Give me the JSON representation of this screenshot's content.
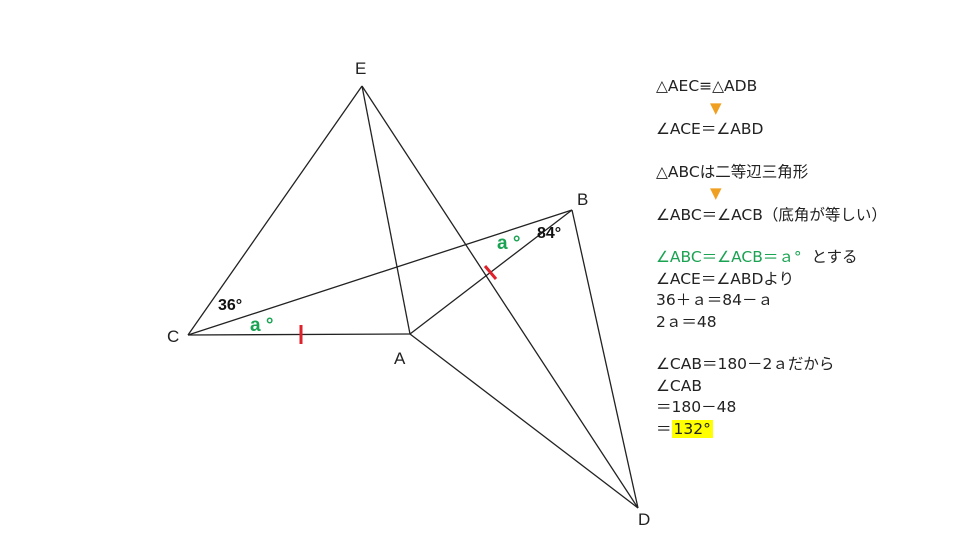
{
  "points": {
    "E": "E",
    "B": "B",
    "C": "C",
    "A": "A",
    "D": "D"
  },
  "angles": {
    "c_known": "36°",
    "b_known": "84°",
    "a_at_b": "a °",
    "a_at_c": "a °"
  },
  "colors": {
    "green": "#1aa352",
    "tick": "#e0202a",
    "highlight": "#ffff00"
  },
  "notes": {
    "l1": "△AEC≡△ADB",
    "l2": "∠ACE＝∠ABD",
    "l3": "△ABCは二等辺三角形",
    "l4": "∠ABC＝∠ACB（底角が等しい）",
    "l5": "∠ABC＝∠ACB＝ａ°",
    "l5_suffix": "とする",
    "l6": "∠ACE＝∠ABDより",
    "l7": "36＋ａ＝84－ａ",
    "l8": "2ａ＝48",
    "l9": "∠CAB＝180－2ａだから",
    "l10": "∠CAB",
    "l11": "＝180－48",
    "l12_prefix": "＝",
    "l12_answer": "132°",
    "hand_icon": "pointing-down-hand"
  }
}
